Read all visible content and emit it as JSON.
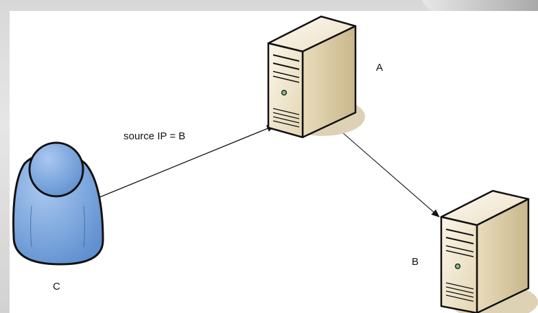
{
  "labels": {
    "server_a": "A",
    "server_b": "B",
    "client_c": "C",
    "edge_c_to_a": "source IP = B"
  },
  "colors": {
    "person_fill": "#6f9fd8",
    "person_outline": "#111111",
    "server_body": "#efe6cf",
    "server_side": "#d5c6a0",
    "server_shadow": "#ddd2b4",
    "arrow": "#111111"
  },
  "icons": {
    "client": "person-icon",
    "server_a": "server-tower-icon",
    "server_b": "server-tower-icon"
  }
}
